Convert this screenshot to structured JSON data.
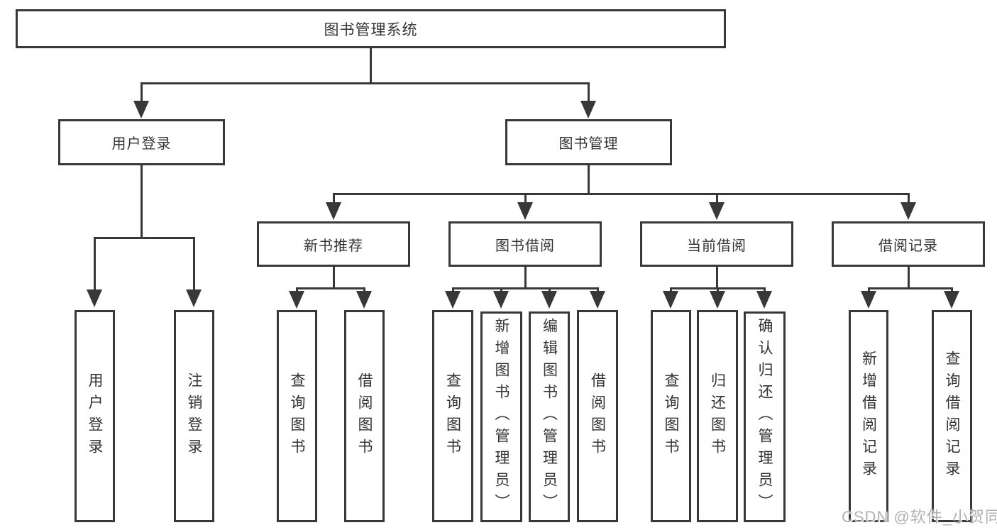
{
  "tree": {
    "label": "图书管理系统",
    "children": [
      {
        "label": "用户登录",
        "children": [
          {
            "label": "用户登录"
          },
          {
            "label": "注销登录"
          }
        ]
      },
      {
        "label": "图书管理",
        "children": [
          {
            "label": "新书推荐",
            "children": [
              {
                "label": "查询图书"
              },
              {
                "label": "借阅图书"
              }
            ]
          },
          {
            "label": "图书借阅",
            "children": [
              {
                "label": "查询图书"
              },
              {
                "label": "新增图书（管理员）"
              },
              {
                "label": "编辑图书（管理员）"
              },
              {
                "label": "借阅图书"
              }
            ]
          },
          {
            "label": "当前借阅",
            "children": [
              {
                "label": "查询图书"
              },
              {
                "label": "归还图书"
              },
              {
                "label": "确认归还（管理员）"
              }
            ]
          },
          {
            "label": "借阅记录",
            "children": [
              {
                "label": "新增借阅记录"
              },
              {
                "label": "查询借阅记录"
              }
            ]
          }
        ]
      }
    ]
  },
  "watermark": {
    "text": "CSDN @软件_小贺同学"
  },
  "colors": {
    "line": "#383838",
    "text": "#333333",
    "watermark": "#b2b0b0",
    "background": "#ffffff"
  }
}
